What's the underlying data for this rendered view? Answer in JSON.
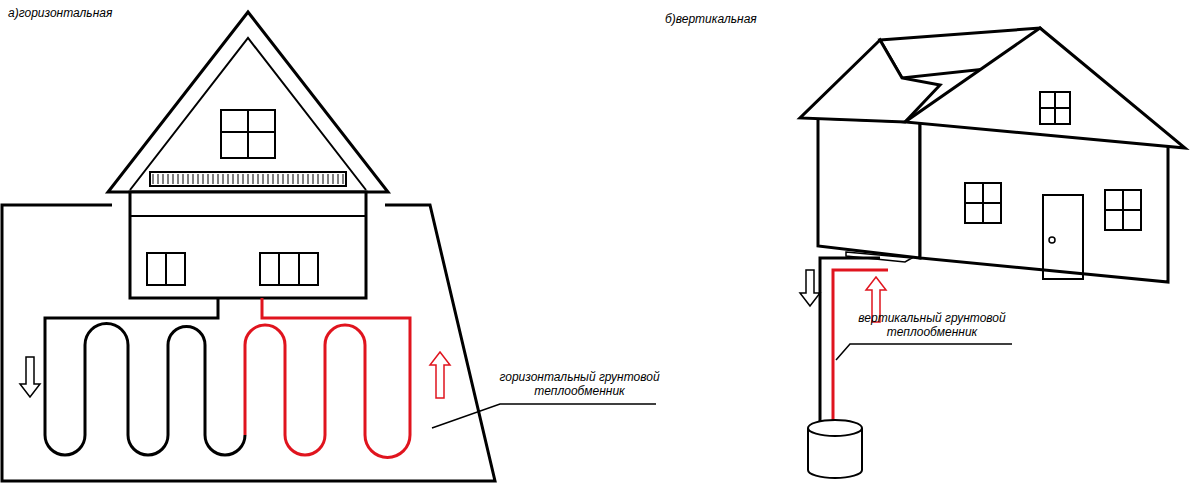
{
  "diagram": {
    "labels": [
      "а)горизонтальная",
      "б)вертикальная",
      "горизонтальный грунтовой теплообменник",
      "вертикальный грунтовой теплообменник"
    ]
  }
}
